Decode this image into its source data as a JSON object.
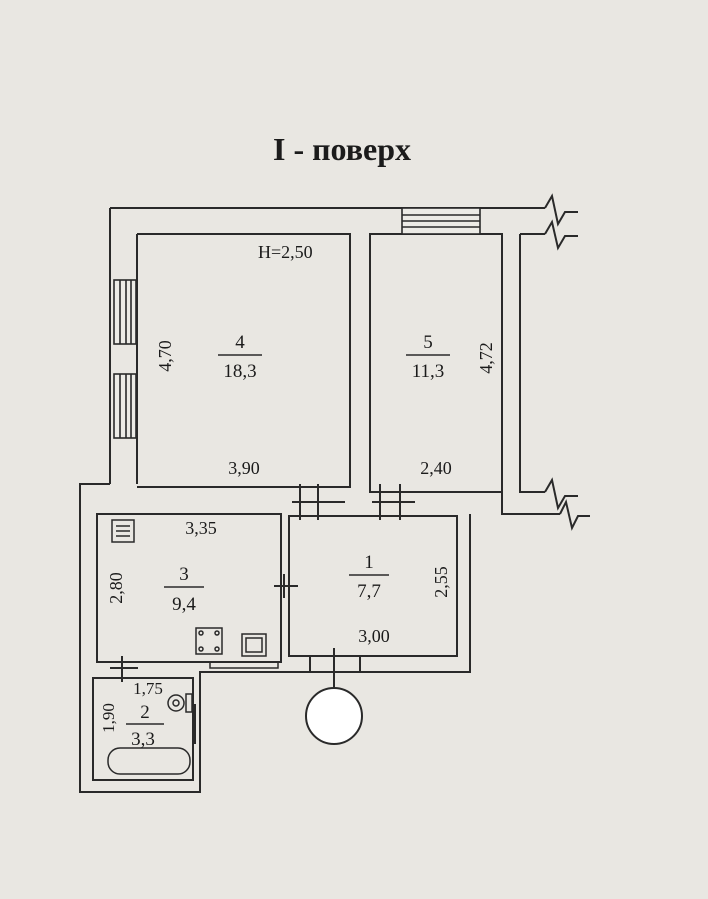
{
  "title": "I - поверх",
  "ceiling_height": "H=2,50",
  "rooms": [
    {
      "id": "4",
      "area": "18,3",
      "width": "3,90",
      "depth": "4,70"
    },
    {
      "id": "5",
      "area": "11,3",
      "width": "2,40",
      "depth": "4,72"
    },
    {
      "id": "3",
      "area": "9,4",
      "width": "3,35",
      "depth": "2,80"
    },
    {
      "id": "1",
      "area": "7,7",
      "width": "3,00",
      "depth": "2,55"
    },
    {
      "id": "2",
      "area": "3,3",
      "width": "1,75",
      "depth": "1,90"
    }
  ],
  "colors": {
    "paper": "#e9e7e2",
    "line": "#2a2a2a"
  }
}
